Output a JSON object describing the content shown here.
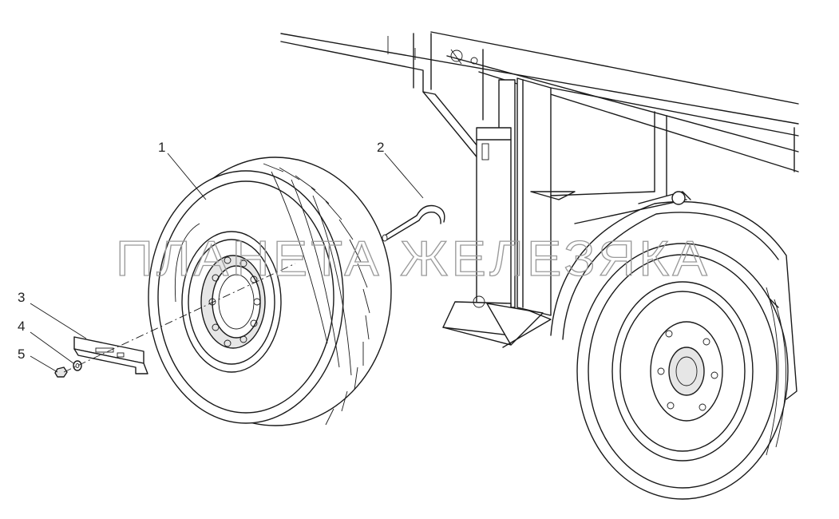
{
  "watermark": "ПЛАНЕТА ЖЕЛЕЗЯКА",
  "callouts": [
    {
      "label": "1",
      "part": "spare-wheel"
    },
    {
      "label": "2",
      "part": "hook-pin"
    },
    {
      "label": "3",
      "part": "clamp-bar"
    },
    {
      "label": "4",
      "part": "washer"
    },
    {
      "label": "5",
      "part": "nut"
    }
  ],
  "colors": {
    "line": "#1a1a1a",
    "watermark": "#9a9a9a",
    "background": "#ffffff"
  }
}
